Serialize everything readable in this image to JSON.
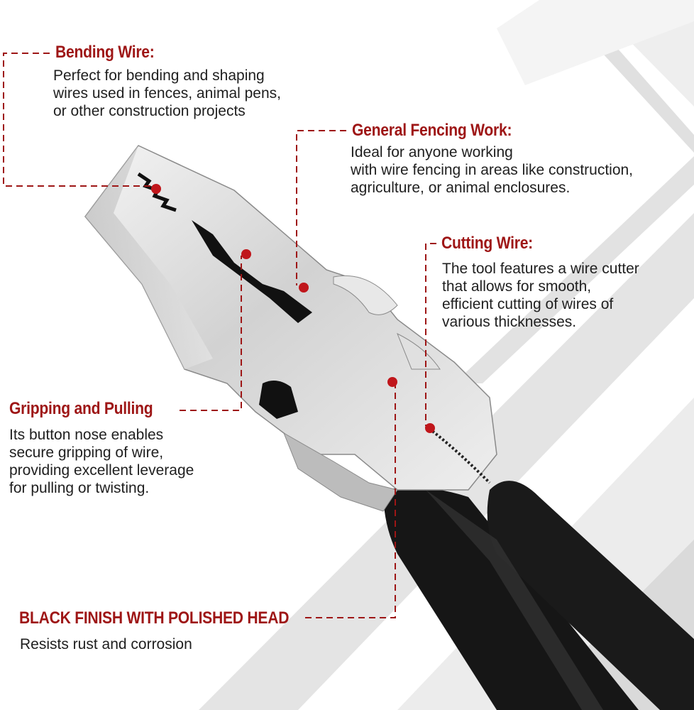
{
  "callouts": {
    "bending_wire": {
      "title": "Bending Wire:",
      "lines": [
        "Perfect for bending and shaping",
        "wires used in fences, animal pens,",
        "or other construction projects"
      ]
    },
    "general_fencing": {
      "title": "General Fencing Work:",
      "lines": [
        "Ideal for anyone working",
        "with wire fencing in areas like construction,",
        "agriculture, or animal enclosures."
      ]
    },
    "cutting_wire": {
      "title": "Cutting Wire:",
      "lines": [
        "The tool features a wire cutter",
        "that allows for smooth,",
        "efficient cutting of wires of",
        "various thicknesses."
      ]
    },
    "gripping_pulling": {
      "title": "Gripping and Pulling",
      "lines": [
        "Its button nose enables",
        "secure gripping of wire,",
        "providing excellent leverage",
        "for pulling or twisting."
      ]
    },
    "black_finish": {
      "title": "BLACK FINISH WITH POLISHED HEAD",
      "lines": [
        "Resists rust and corrosion"
      ]
    }
  },
  "colors": {
    "accent": "#9e1616",
    "text": "#1f1f1f",
    "handle": "#161616",
    "metal": "#d9d9d9"
  }
}
